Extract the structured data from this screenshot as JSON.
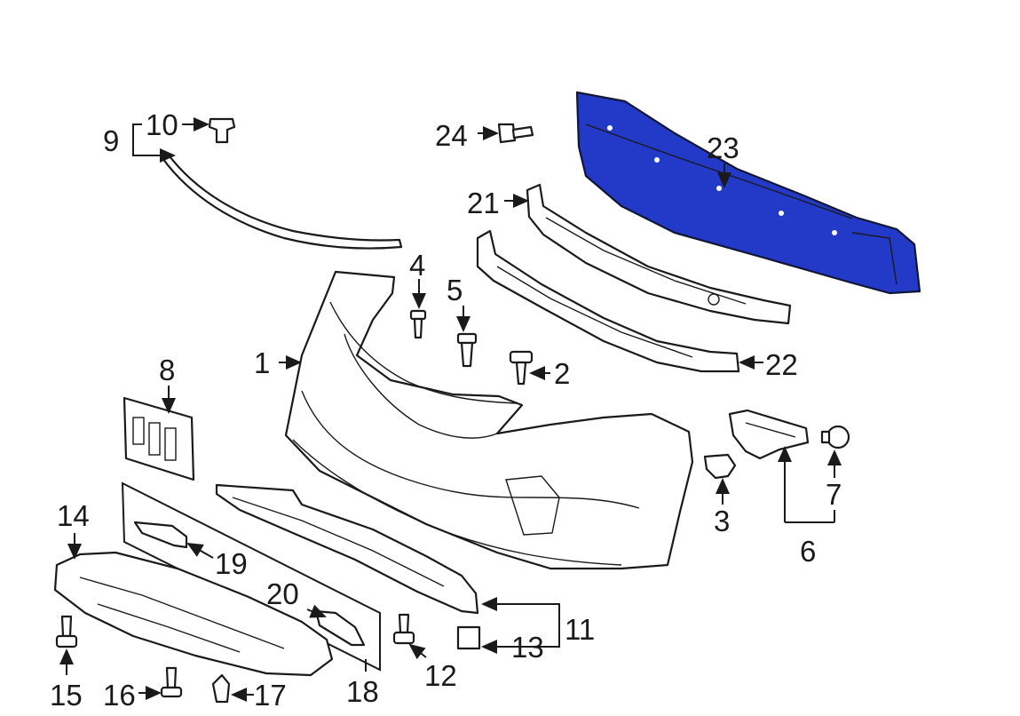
{
  "highlight_color": "#2339c8",
  "callouts": {
    "c1": "1",
    "c2": "2",
    "c3": "3",
    "c4": "4",
    "c5": "5",
    "c6": "6",
    "c7": "7",
    "c8": "8",
    "c9": "9",
    "c10": "10",
    "c11": "11",
    "c12": "12",
    "c13": "13",
    "c14": "14",
    "c15": "15",
    "c16": "16",
    "c17": "17",
    "c18": "18",
    "c19": "19",
    "c20": "20",
    "c21": "21",
    "c22": "22",
    "c23": "23",
    "c24": "24"
  }
}
